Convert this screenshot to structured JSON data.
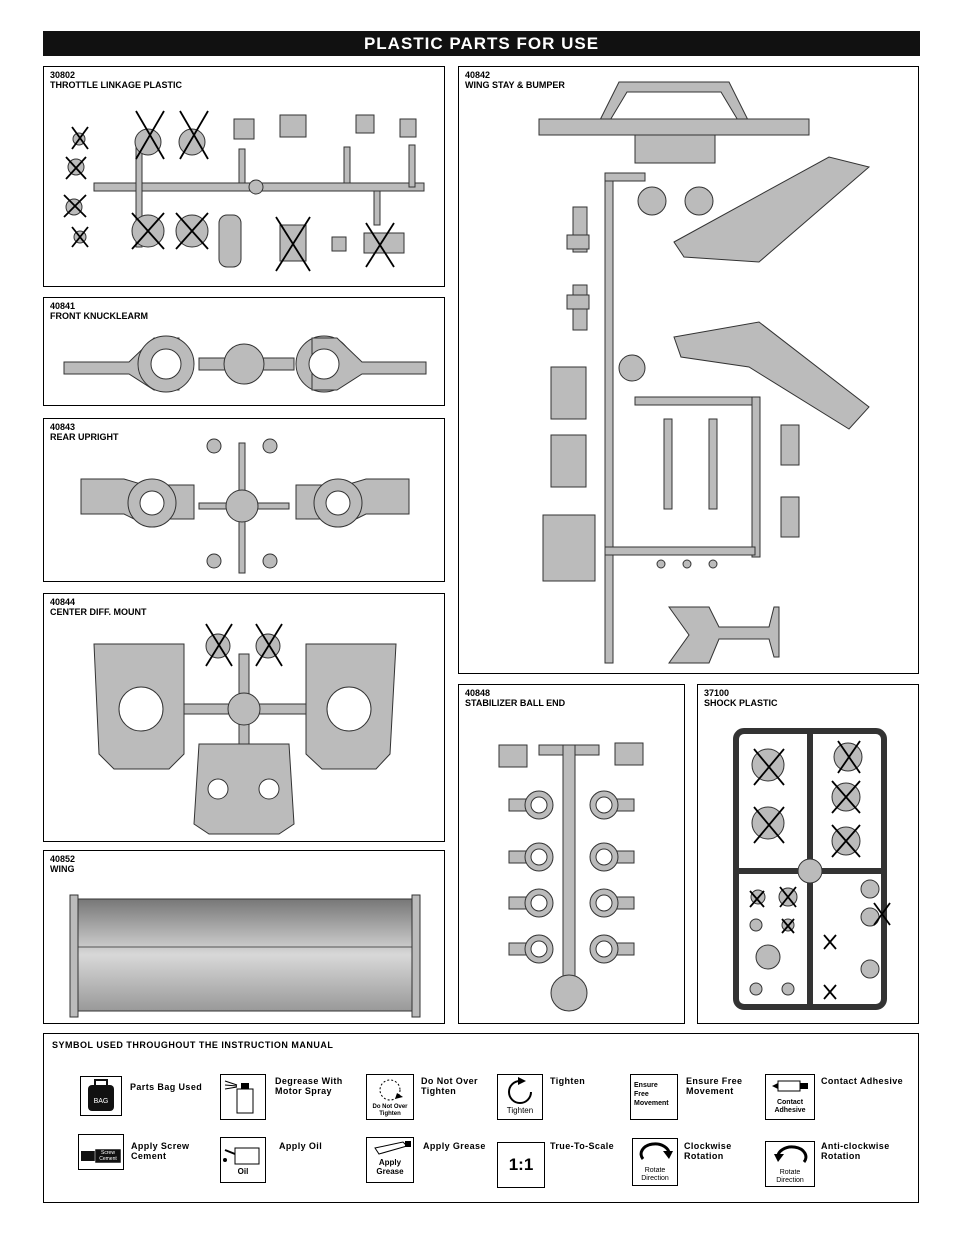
{
  "page_title": "PLASTIC PARTS FOR USE",
  "panels": {
    "throttle": {
      "code": "30802",
      "name": "THROTTLE LINKAGE PLASTIC"
    },
    "wing_stay": {
      "code": "40842",
      "name": "WING STAY & BUMPER"
    },
    "knuckle": {
      "code": "40841",
      "name": "FRONT KNUCKLEARM"
    },
    "upright": {
      "code": "40843",
      "name": "REAR UPRIGHT"
    },
    "diff": {
      "code": "40844",
      "name": "CENTER DIFF. MOUNT"
    },
    "ball_end": {
      "code": "40848",
      "name": "STABILIZER BALL END"
    },
    "shock": {
      "code": "37100",
      "name": "SHOCK PLASTIC"
    },
    "wing": {
      "code": "40852",
      "name": "WING"
    }
  },
  "symbols": {
    "title": "SYMBOL USED THROUGHOUT THE INSTRUCTION MANUAL",
    "parts_bag": {
      "label": "Parts Bag Used",
      "icon_text": "BAG"
    },
    "degrease": {
      "label": "Degrease With Motor Spray"
    },
    "do_not_tighten": {
      "label": "Do Not Over Tighten",
      "icon_text": "Do Not Over Tighten"
    },
    "tighten": {
      "label": "Tighten",
      "icon_text": "Tighten"
    },
    "ensure_free": {
      "label": "Ensure Free Movement",
      "icon_text": "Ensure Free Movement"
    },
    "contact_adhesive": {
      "label": "Contact Adhesive",
      "icon_text": "Contact Adhesive"
    },
    "screw_cement": {
      "label": "Apply Screw Cement",
      "icon_text": "Screw Cement"
    },
    "oil": {
      "label": "Apply Oil",
      "icon_text": "Oil"
    },
    "grease": {
      "label": "Apply Grease",
      "icon_text": "Apply Grease"
    },
    "scale": {
      "label": "True-To-Scale",
      "icon_text": "1:1"
    },
    "clockwise": {
      "label": "Clockwise Rotation",
      "icon_text": "Rotate Direction"
    },
    "anticlockwise": {
      "label": "Anti-clockwise Rotation",
      "icon_text": "Rotate Direction"
    }
  }
}
